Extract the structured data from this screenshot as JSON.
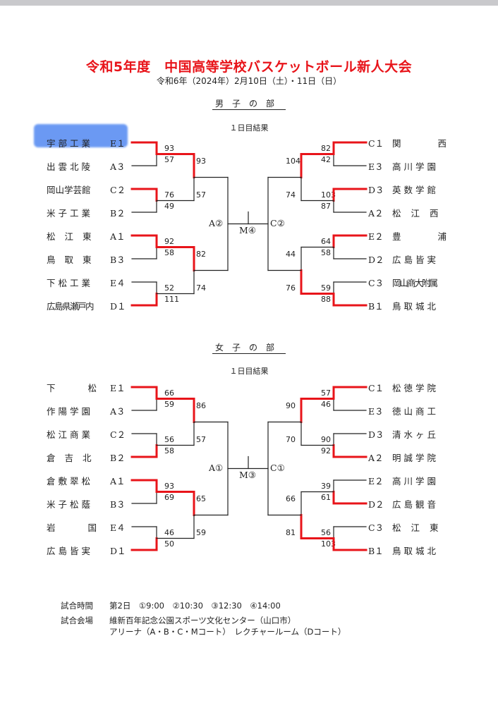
{
  "header": {
    "title": "令和5年度　中国高等学校バスケットボール新人大会",
    "date": "令和6年（2024年）2月10日（土）・11日（日）"
  },
  "boys": {
    "section_title": "男子の部",
    "result_label": "１日目結果",
    "left_teams": [
      {
        "name": "宇部工業",
        "seed": "E１"
      },
      {
        "name": "出雲北陵",
        "seed": "A３"
      },
      {
        "name": "岡山学芸館",
        "seed": "C２"
      },
      {
        "name": "米子工業",
        "seed": "B２"
      },
      {
        "name": "松江東",
        "seed": "A１"
      },
      {
        "name": "鳥取東",
        "seed": "B３"
      },
      {
        "name": "下松工業",
        "seed": "E４"
      },
      {
        "name": "広島県瀬戸内",
        "seed": "D１"
      }
    ],
    "right_teams": [
      {
        "seed": "C１",
        "name": "関西"
      },
      {
        "seed": "E３",
        "name": "高川学園"
      },
      {
        "seed": "D３",
        "name": "英数学館"
      },
      {
        "seed": "A２",
        "name": "松江西"
      },
      {
        "seed": "E２",
        "name": "豊浦"
      },
      {
        "seed": "D２",
        "name": "広島皆実"
      },
      {
        "seed": "C３",
        "name": "岡山商大附属"
      },
      {
        "seed": "B１",
        "name": "鳥取城北"
      }
    ],
    "left_r1_scores": [
      "93",
      "57",
      "76",
      "49",
      "92",
      "58",
      "52",
      "111"
    ],
    "left_r2_scores": [
      "93",
      "57",
      "82",
      "74"
    ],
    "right_r1_scores": [
      "82",
      "42",
      "103",
      "87",
      "64",
      "58",
      "59",
      "88"
    ],
    "right_r2_scores": [
      "104",
      "74",
      "44",
      "76"
    ],
    "semi_left": "A②",
    "final_label": "M④",
    "semi_right": "C②"
  },
  "girls": {
    "section_title": "女子の部",
    "result_label": "１日目結果",
    "left_teams": [
      {
        "name": "下松",
        "seed": "E１"
      },
      {
        "name": "作陽学園",
        "seed": "A３"
      },
      {
        "name": "松江商業",
        "seed": "C２"
      },
      {
        "name": "倉吉北",
        "seed": "B２"
      },
      {
        "name": "倉敷翠松",
        "seed": "A１"
      },
      {
        "name": "米子松蔭",
        "seed": "B３"
      },
      {
        "name": "岩国",
        "seed": "E４"
      },
      {
        "name": "広島皆実",
        "seed": "D１"
      }
    ],
    "right_teams": [
      {
        "seed": "C１",
        "name": "松徳学院"
      },
      {
        "seed": "E３",
        "name": "徳山商工"
      },
      {
        "seed": "D３",
        "name": "清水ヶ丘"
      },
      {
        "seed": "A２",
        "name": "明誠学院"
      },
      {
        "seed": "E２",
        "name": "高川学園"
      },
      {
        "seed": "D２",
        "name": "広島観音"
      },
      {
        "seed": "C３",
        "name": "松江東"
      },
      {
        "seed": "B１",
        "name": "鳥取城北"
      }
    ],
    "left_r1_scores": [
      "66",
      "59",
      "56",
      "58",
      "93",
      "69",
      "46",
      "50"
    ],
    "left_r2_scores": [
      "86",
      "57",
      "65",
      "59"
    ],
    "right_r1_scores": [
      "57",
      "46",
      "90",
      "92",
      "39",
      "61",
      "56",
      "103"
    ],
    "right_r2_scores": [
      "90",
      "70",
      "66",
      "81"
    ],
    "semi_left": "A①",
    "final_label": "M③",
    "semi_right": "C①"
  },
  "footer": {
    "time_label": "試合時間",
    "time_value": "第2日　①9:00　②10:30　③12:30　④14:00",
    "venue_label": "試合会場",
    "venue_line1": "維新百年記念公園スポーツ文化センター（山口市）",
    "venue_line2": "アリーナ（A・B・C・Mコート）　レクチャールーム（Dコート）"
  },
  "colors": {
    "title": "#e8141a",
    "winner_line": "#e8141a",
    "normal_line": "#222222",
    "highlight": "#5b8ff2"
  }
}
